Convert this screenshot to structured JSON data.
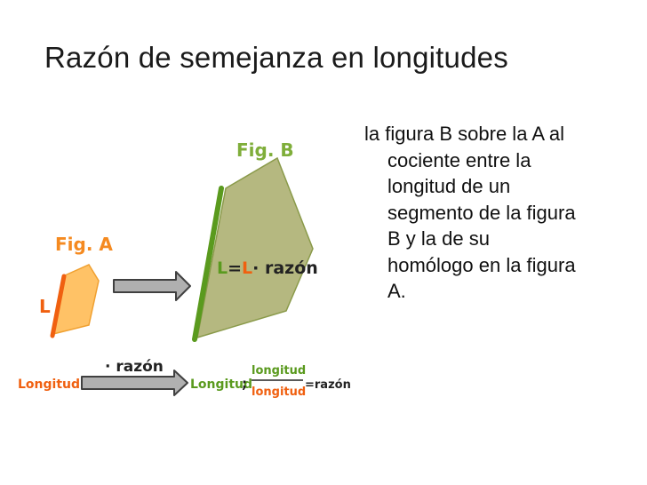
{
  "slide": {
    "title": "Razón de semejanza en longitudes",
    "body_lines": [
      "la figura B sobre la A al",
      "cociente entre la",
      "longitud de un",
      "segmento de la figura",
      "B y la de su",
      "homólogo en la figura",
      "A."
    ]
  },
  "diagram": {
    "fig_b_label": "Fig. B",
    "fig_a_label": "Fig. A",
    "segment_l_label": "L",
    "relation_L": "L",
    "relation_eq": "=",
    "relation_L2": "L",
    "relation_rest": "· razón",
    "row_longitud": "Longitud",
    "row_razon": "· razón",
    "row_longitud2": "Longitud",
    "row_semicolon": ";",
    "frac_num": "longitud",
    "frac_den": "longitud",
    "frac_result": "=razón"
  },
  "colors": {
    "fig_b_fill": "#b5b880",
    "fig_b_stroke": "#8a9a4a",
    "fig_b_segment": "#5a9a1e",
    "fig_b_label": "#7fae3a",
    "fig_a_fill": "#ffc266",
    "fig_a_stroke": "#f0a030",
    "fig_a_segment": "#f06010",
    "fig_a_label": "#f58a20",
    "arrow_fill": "#b0b0b0",
    "arrow_stroke": "#404040",
    "text_dark": "#222222"
  }
}
